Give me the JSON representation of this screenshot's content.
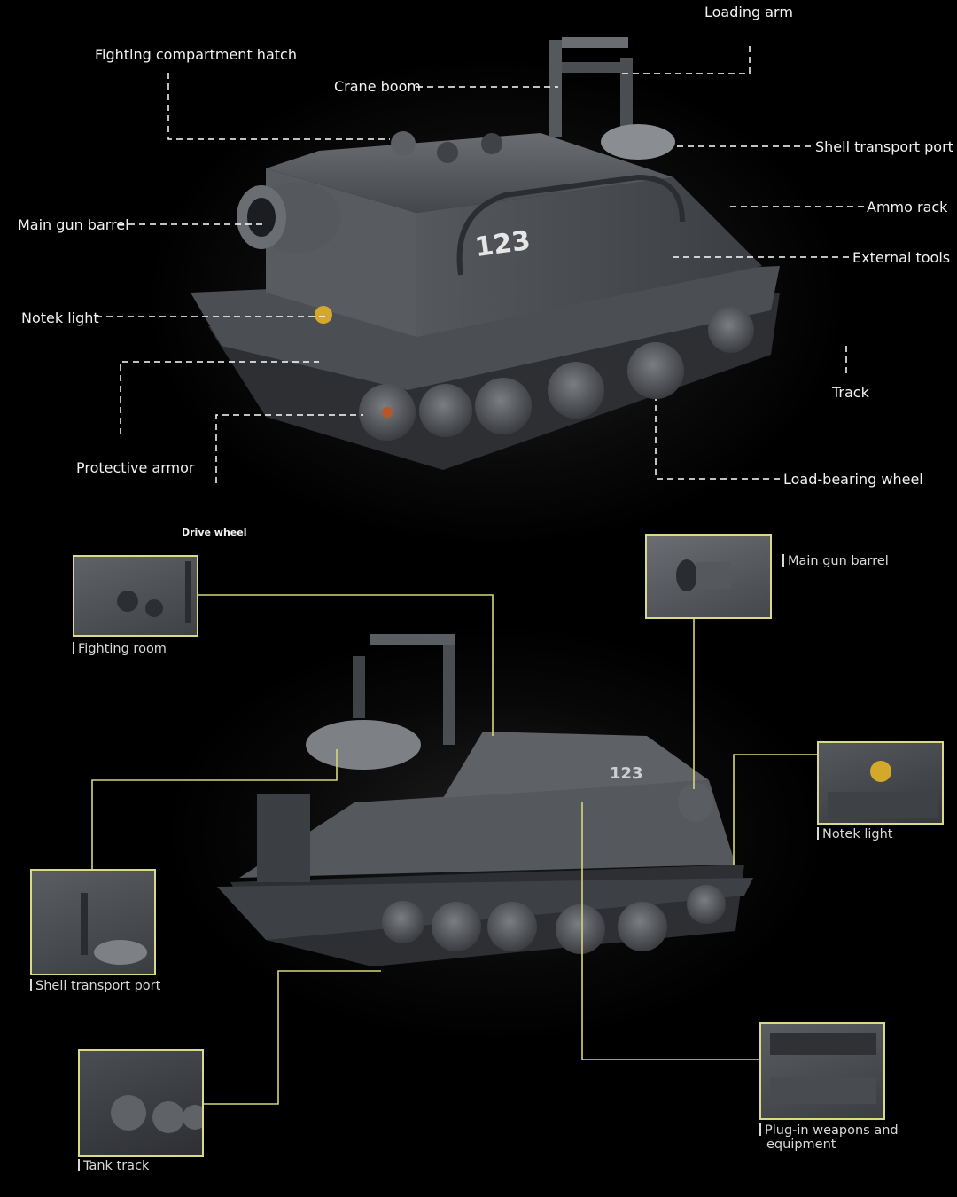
{
  "top_callouts": {
    "loading_arm": "Loading arm",
    "fighting_hatch": "Fighting compartment hatch",
    "crane_boom": "Crane boom",
    "shell_port": "Shell transport port",
    "main_gun": "Main gun barrel",
    "ammo_rack": "Ammo rack",
    "external_tools": "External tools",
    "notek": "Notek light",
    "track": "Track",
    "armor": "Protective armor",
    "load_wheel": "Load-bearing wheel",
    "drive_wheel": "Drive wheel"
  },
  "bottom_callouts": {
    "fighting_room": "Fighting room",
    "main_gun": "Main gun barrel",
    "notek": "Notek light",
    "shell_port": "Shell transport port",
    "tank_track": "Tank track",
    "plugin_line1": "Plug-in weapons and",
    "plugin_line2": "equipment"
  },
  "vehicle": {
    "hull_number": "123"
  },
  "colors": {
    "background": "#000000",
    "callout_line": "#d6d67a",
    "dashed_line": "#ffffff",
    "hull": "#4a4d52"
  }
}
